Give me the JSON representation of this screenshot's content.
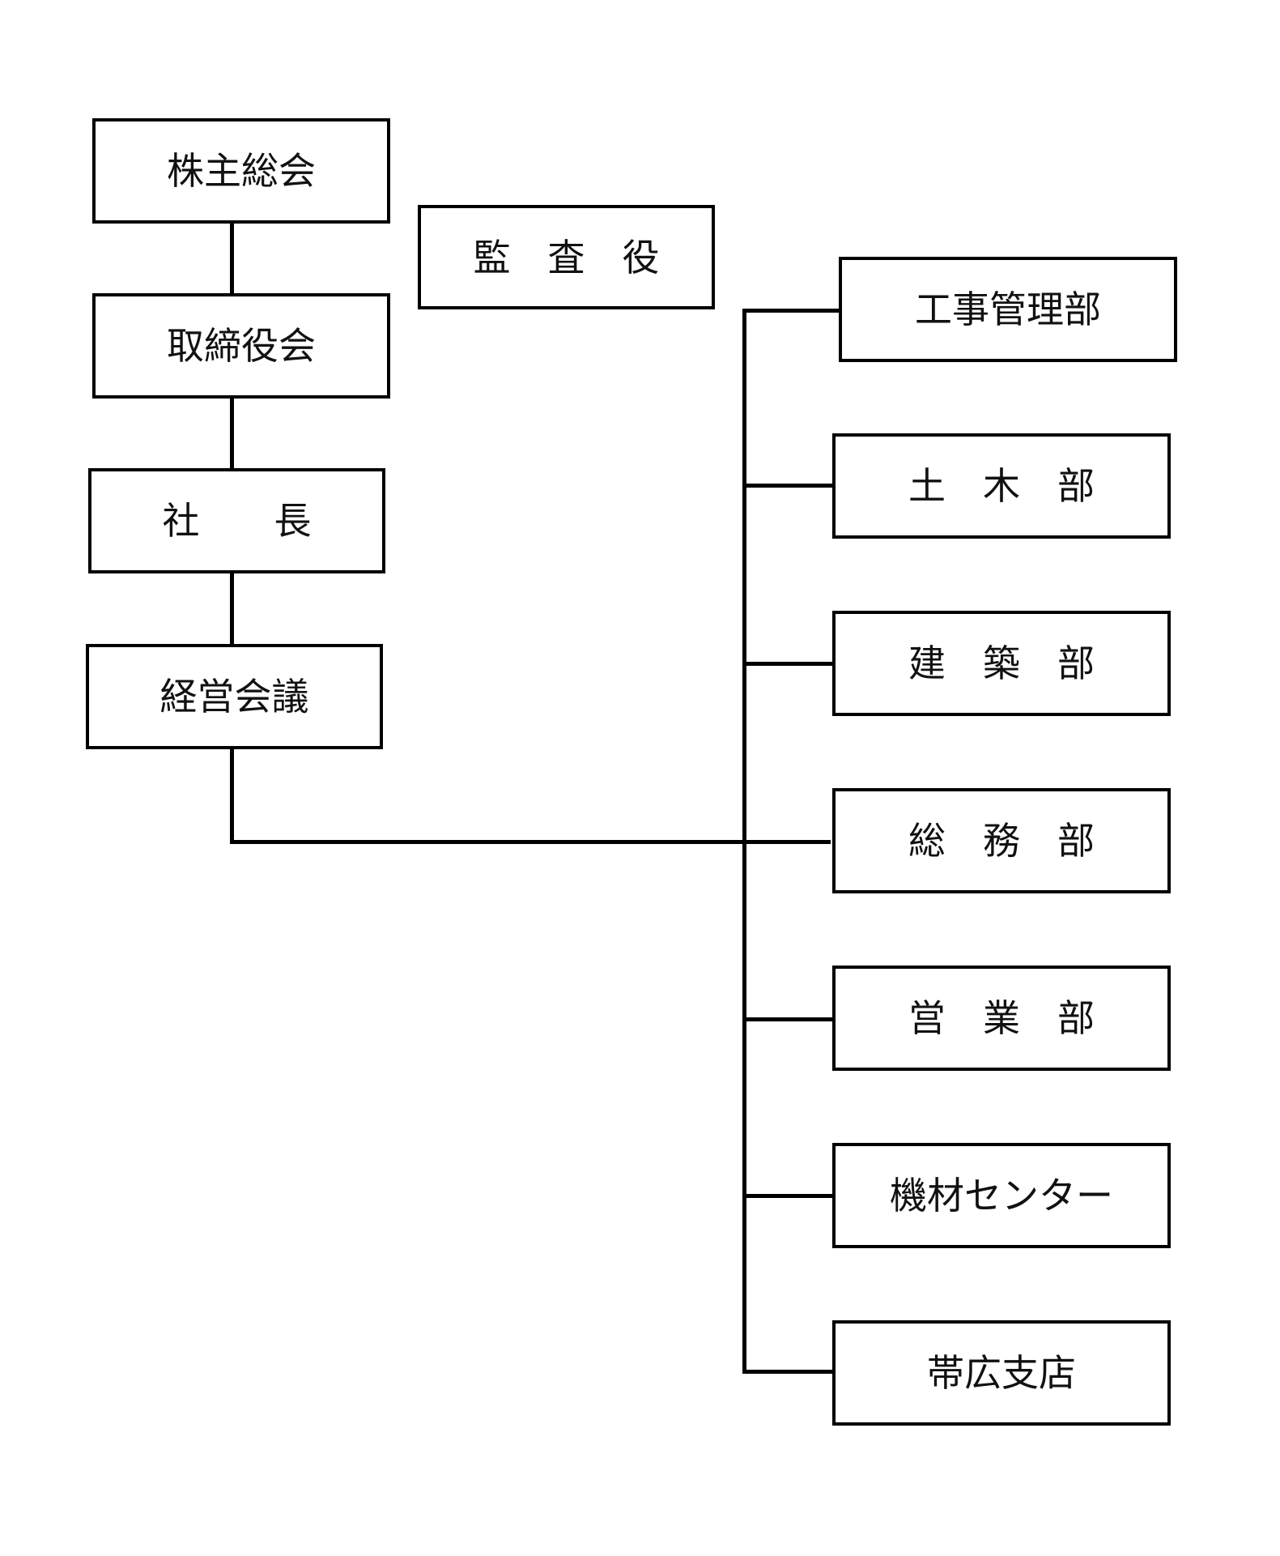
{
  "org_chart": {
    "governance": {
      "shareholders_meeting": "株主総会",
      "board_of_directors": "取締役会",
      "president": "社　　長",
      "management_meeting": "経営会議",
      "auditor": "監　査　役"
    },
    "departments": [
      "工事管理部",
      "土　木　部",
      "建　築　部",
      "総　務　部",
      "営　業　部",
      "機材センター",
      "帯広支店"
    ]
  }
}
